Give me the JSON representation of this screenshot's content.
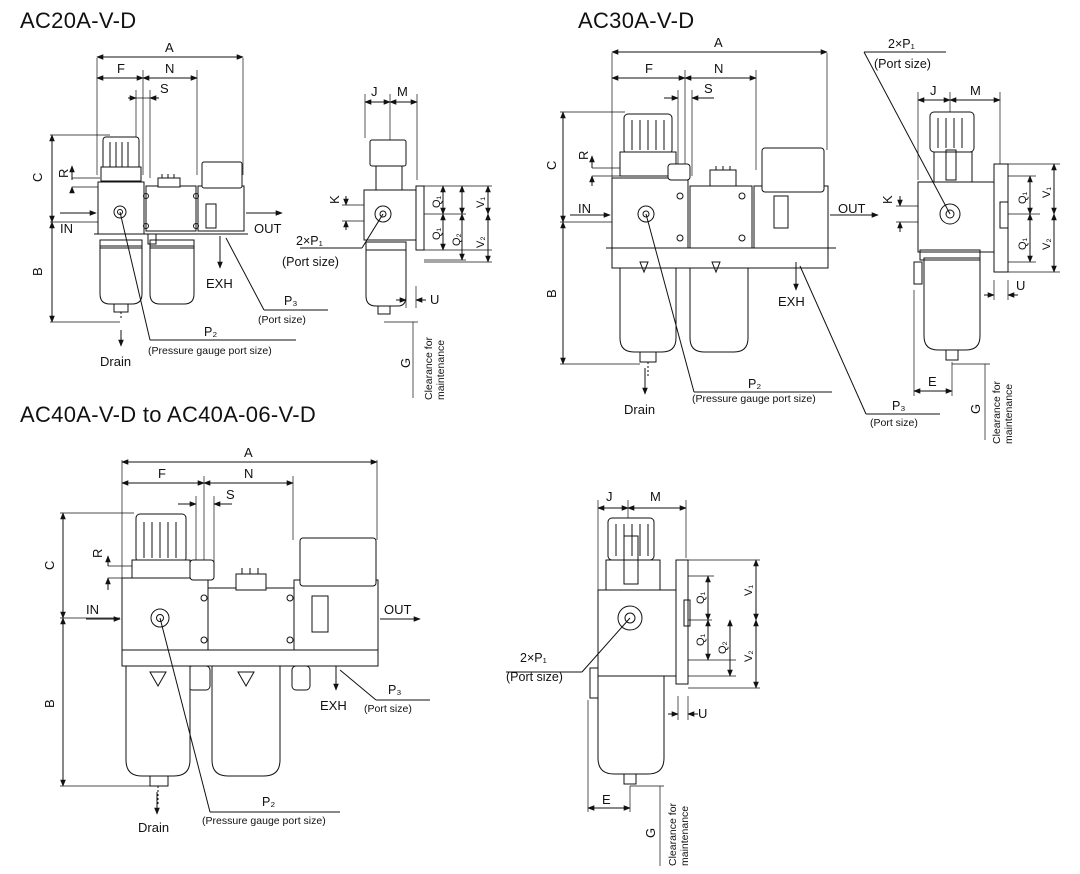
{
  "titles": {
    "ac20": "AC20A-V-D",
    "ac30": "AC30A-V-D",
    "ac40": "AC40A-V-D to AC40A-06-V-D"
  },
  "dims": {
    "A": "A",
    "B": "B",
    "C": "C",
    "E": "E",
    "F": "F",
    "G": "G",
    "J": "J",
    "K": "K",
    "M": "M",
    "N": "N",
    "R": "R",
    "S": "S",
    "U": "U",
    "Q1": "Q₁",
    "Q2": "Q₂",
    "V1": "V₁",
    "V2": "V₂"
  },
  "flow": {
    "in": "IN",
    "out": "OUT",
    "exh": "EXH",
    "drain": "Drain"
  },
  "ports": {
    "p1": "2×P₁",
    "p2": "P₂",
    "p3": "P₃",
    "port_size": "(Port size)",
    "port_size_lower": "(Port size)",
    "gauge_port_size": "(Pressure gauge port size)"
  },
  "clearance": {
    "line1": "Clearance for",
    "line2": "maintenance"
  },
  "colors": {
    "line": "#111111",
    "body_fill": "#ffffff"
  }
}
